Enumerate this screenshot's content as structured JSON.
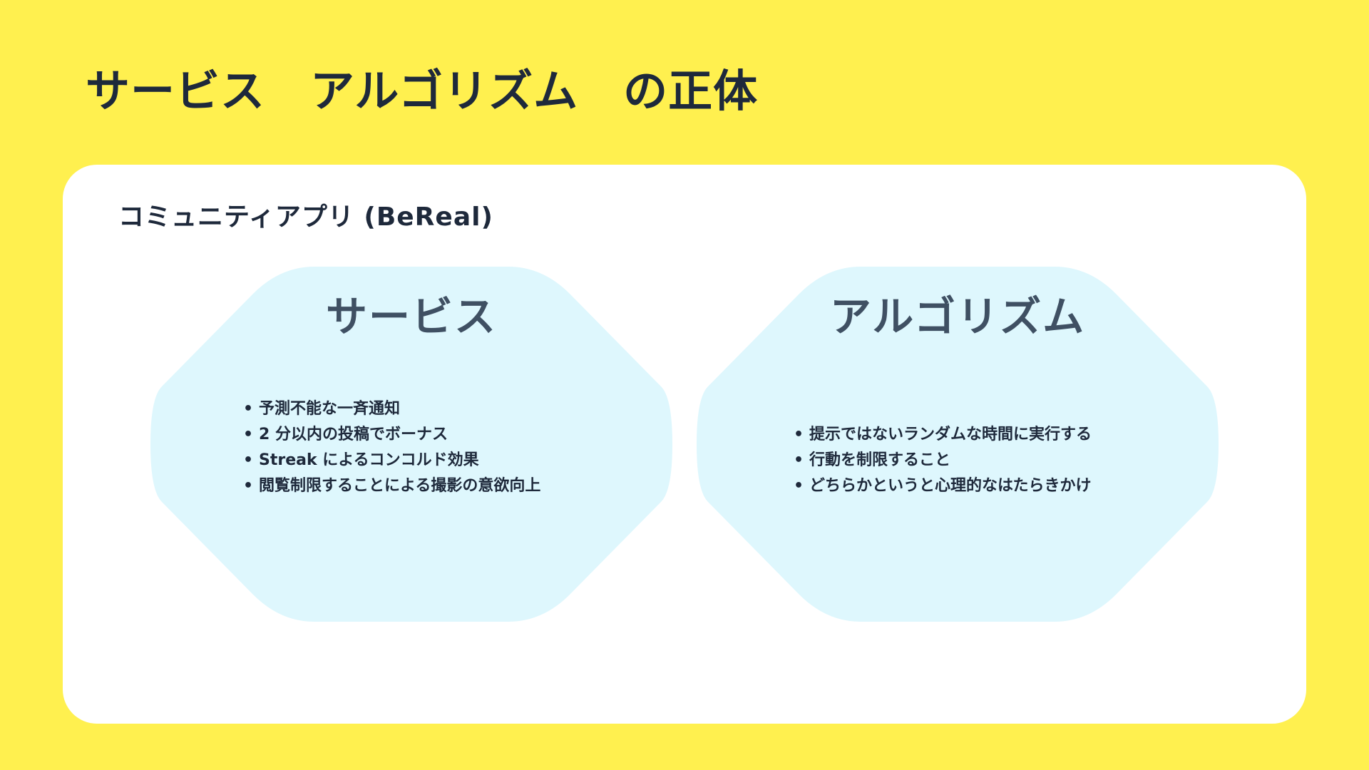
{
  "title": "サービス　アルゴリズム　の正体",
  "card": {
    "title": "コミュニティアプリ (BeReal)"
  },
  "service": {
    "label": "サービス",
    "items": [
      "予測不能な一斉通知",
      "2 分以内の投稿でボーナス",
      "Streak によるコンコルド効果",
      "閲覧制限することによる撮影の意欲向上"
    ]
  },
  "algorithm": {
    "label": "アルゴリズム",
    "items": [
      "提示ではないランダムな時間に実行する",
      "行動を制限すること",
      "どちらかというと心理的なはたらきかけ"
    ]
  },
  "colors": {
    "background": "#FFF04F",
    "card": "#FFFFFF",
    "hexagon": "#DEF7FD",
    "text": "#1E293B",
    "label": "#3F5063"
  }
}
